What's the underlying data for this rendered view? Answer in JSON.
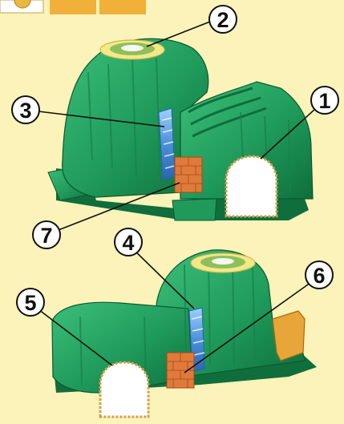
{
  "callouts": [
    {
      "id": "1",
      "label": "1"
    },
    {
      "id": "2",
      "label": "2"
    },
    {
      "id": "3",
      "label": "3"
    },
    {
      "id": "4",
      "label": "4"
    },
    {
      "id": "5",
      "label": "5"
    },
    {
      "id": "6",
      "label": "6"
    },
    {
      "id": "7",
      "label": "7"
    }
  ],
  "colors": {
    "background": "#fbf3b9",
    "tunnel_green": "#1f9a5a",
    "tunnel_green_dark": "#0f6e3c",
    "tunnel_green_light": "#3cbf7a",
    "waterfall_blue": "#4a90d9",
    "brick_orange": "#e07a3a",
    "flag_orange": "#e8a63a",
    "top_disk": "#f2e88a"
  }
}
